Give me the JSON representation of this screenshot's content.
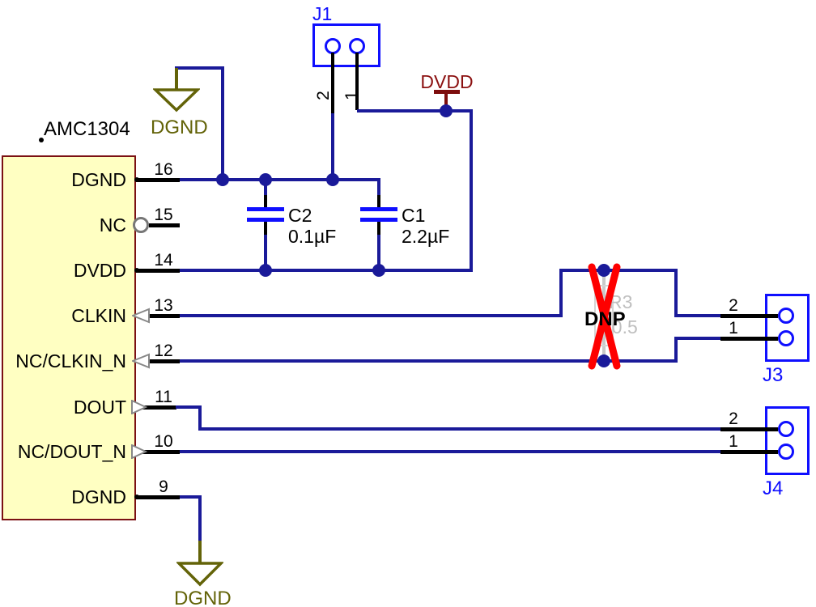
{
  "ic": {
    "ref": "AMC1304",
    "pins": [
      {
        "num": "16",
        "name": "DGND"
      },
      {
        "num": "15",
        "name": "NC"
      },
      {
        "num": "14",
        "name": "DVDD"
      },
      {
        "num": "13",
        "name": "CLKIN"
      },
      {
        "num": "12",
        "name": "NC/CLKIN_N"
      },
      {
        "num": "11",
        "name": "DOUT"
      },
      {
        "num": "10",
        "name": "NC/DOUT_N"
      },
      {
        "num": "9",
        "name": "DGND"
      }
    ]
  },
  "j1": {
    "label": "J1",
    "pin2": "2",
    "pin1": "1"
  },
  "j3": {
    "label": "J3",
    "pin2": "2",
    "pin1": "1"
  },
  "j4": {
    "label": "J4",
    "pin2": "2",
    "pin1": "1"
  },
  "capacitors": {
    "c2": {
      "ref": "C2",
      "value": "0.1µF"
    },
    "c1": {
      "ref": "C1",
      "value": "2.2µF"
    }
  },
  "r3": {
    "ref": "R3",
    "value": "50.5",
    "dnp": "DNP"
  },
  "power": {
    "dvdd": "DVDD",
    "dgnd": "DGND"
  },
  "colors": {
    "wire": "#1a1a99",
    "component_blue": "#0f0fff",
    "ground_olive": "#636308",
    "power_red": "#8b1010",
    "ic_fill": "#ffffc2",
    "ic_border": "#7b1113",
    "dnp_red": "#fe0000",
    "faded_gray": "#bfbfbf"
  }
}
